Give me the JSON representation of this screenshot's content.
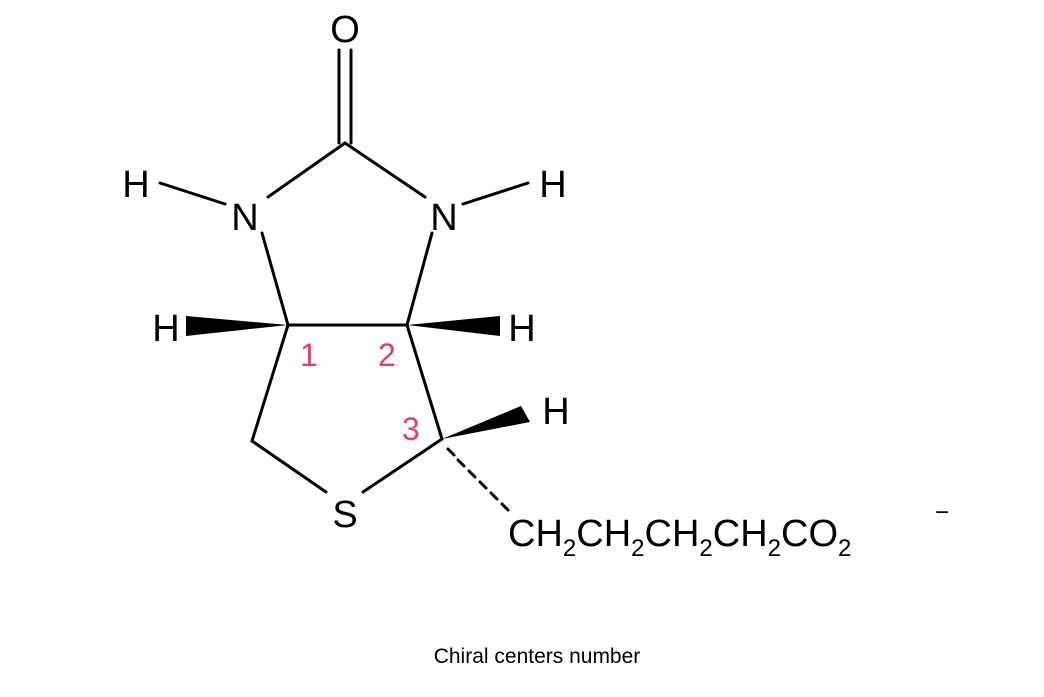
{
  "atoms": {
    "carbonyl_o": "O",
    "n_left": "N",
    "n_right": "N",
    "h_n_left": "H",
    "h_n_right": "H",
    "h_c1": "H",
    "h_c2": "H",
    "h_c3": "H",
    "s": "S"
  },
  "side_chain": {
    "units": [
      {
        "main": "CH",
        "sub": "2"
      },
      {
        "main": "CH",
        "sub": "2"
      },
      {
        "main": "CH",
        "sub": "2"
      },
      {
        "main": "CH",
        "sub": "2"
      }
    ],
    "end_main": "CO",
    "end_sub": "2",
    "charge": "−"
  },
  "chiral_labels": [
    "1",
    "2",
    "3"
  ],
  "chiral_color": "#e23a7a",
  "caption": "Chiral centers number"
}
